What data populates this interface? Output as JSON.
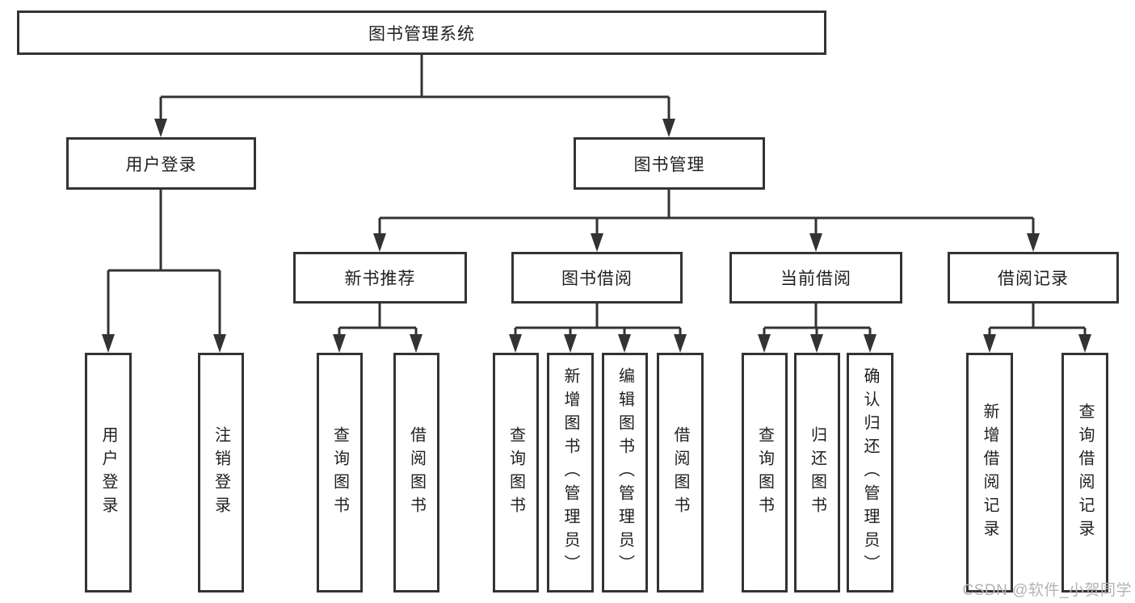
{
  "diagram": {
    "nodes": {
      "root": "图书管理系统",
      "user_login": "用户登录",
      "book_mgmt": "图书管理",
      "new_book": "新书推荐",
      "book_borrow": "图书借阅",
      "current_borrow": "当前借阅",
      "borrow_record": "借阅记录",
      "leaf_user_login": "用户登录",
      "leaf_logout": "注销登录",
      "leaf_nb_query": "查询图书",
      "leaf_nb_borrow": "借阅图书",
      "leaf_bb_query": "查询图书",
      "leaf_bb_add": "新增图书（管理员）",
      "leaf_bb_edit": "编辑图书（管理员）",
      "leaf_bb_borrow": "借阅图书",
      "leaf_cb_query": "查询图书",
      "leaf_cb_return": "归还图书",
      "leaf_cb_confirm": "确认归还（管理员）",
      "leaf_br_add": "新增借阅记录",
      "leaf_br_query": "查询借阅记录"
    },
    "watermark": "CSDN @软件_小贺同学",
    "colors": {
      "line": "#333333",
      "text": "#1f1f1f",
      "background": "#ffffff",
      "watermark": "#b3b3b3"
    }
  }
}
